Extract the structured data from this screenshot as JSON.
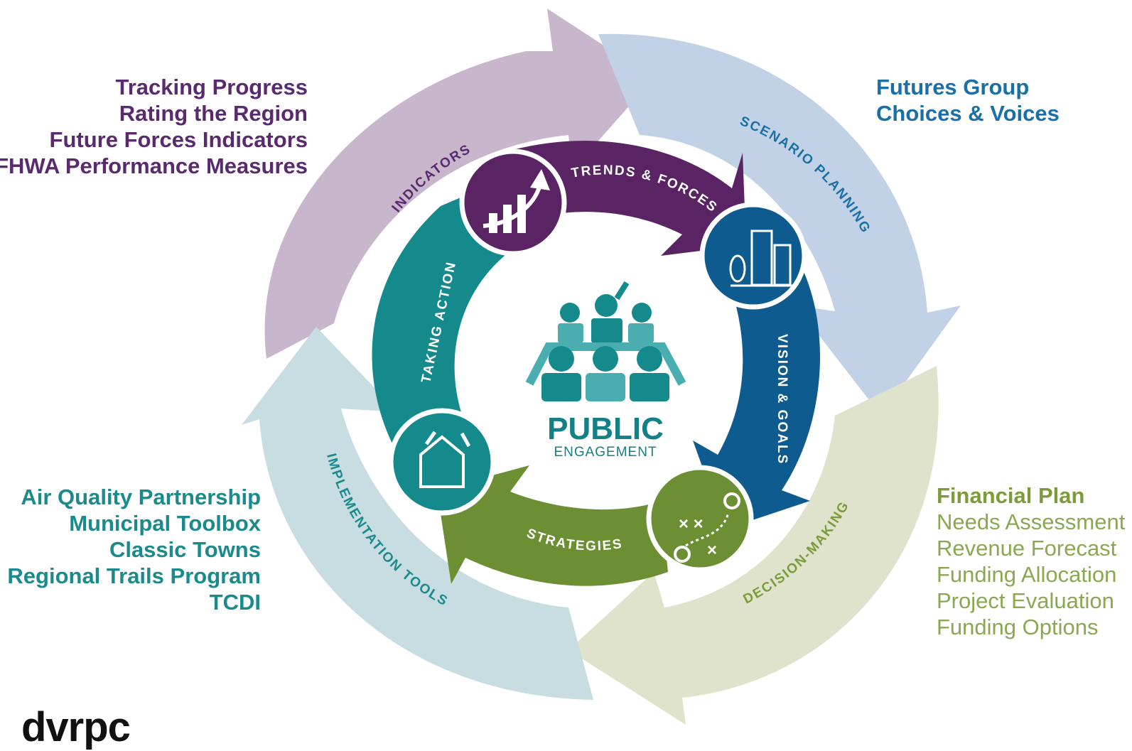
{
  "center": {
    "title": "PUBLIC",
    "subtitle": "ENGAGEMENT"
  },
  "outer_cycle": [
    {
      "label": "INDICATORS",
      "color": "#c8b6cc",
      "text_color": "#5a2a6e"
    },
    {
      "label": "SCENARIO PLANNING",
      "color": "#c2d2e6",
      "text_color": "#1a6fa6"
    },
    {
      "label": "DECISION-MAKING",
      "color": "#dfe3cb",
      "text_color": "#7c9b3b"
    },
    {
      "label": "IMPLEMENTATION TOOLS",
      "color": "#c7dde2",
      "text_color": "#1b8a8c"
    }
  ],
  "inner_cycle": [
    {
      "label": "TRENDS & FORCES",
      "color": "#5a2363",
      "icon": "trend-arrow-icon"
    },
    {
      "label": "VISION & GOALS",
      "color": "#0e5b8f",
      "icon": "buildings-icon"
    },
    {
      "label": "STRATEGIES",
      "color": "#6d8f34",
      "icon": "play-diagram-icon"
    },
    {
      "label": "TAKING ACTION",
      "color": "#148a8c",
      "icon": "tools-icon"
    }
  ],
  "lists": {
    "indicators": [
      "Tracking Progress",
      "Rating the Region",
      "Future Forces Indicators",
      "FHWA Performance Measures"
    ],
    "scenario": [
      "Futures Group",
      "Choices & Voices"
    ],
    "implementation": [
      "Air Quality Partnership",
      "Municipal Toolbox",
      "Classic Towns",
      "Regional Trails Program",
      "TCDI"
    ],
    "decision_heading": "Financial Plan",
    "decision": [
      "Needs Assessment",
      "Revenue Forecast",
      "Funding Allocation",
      "Project Evaluation",
      "Funding Options"
    ]
  },
  "logo": "dvrpc"
}
